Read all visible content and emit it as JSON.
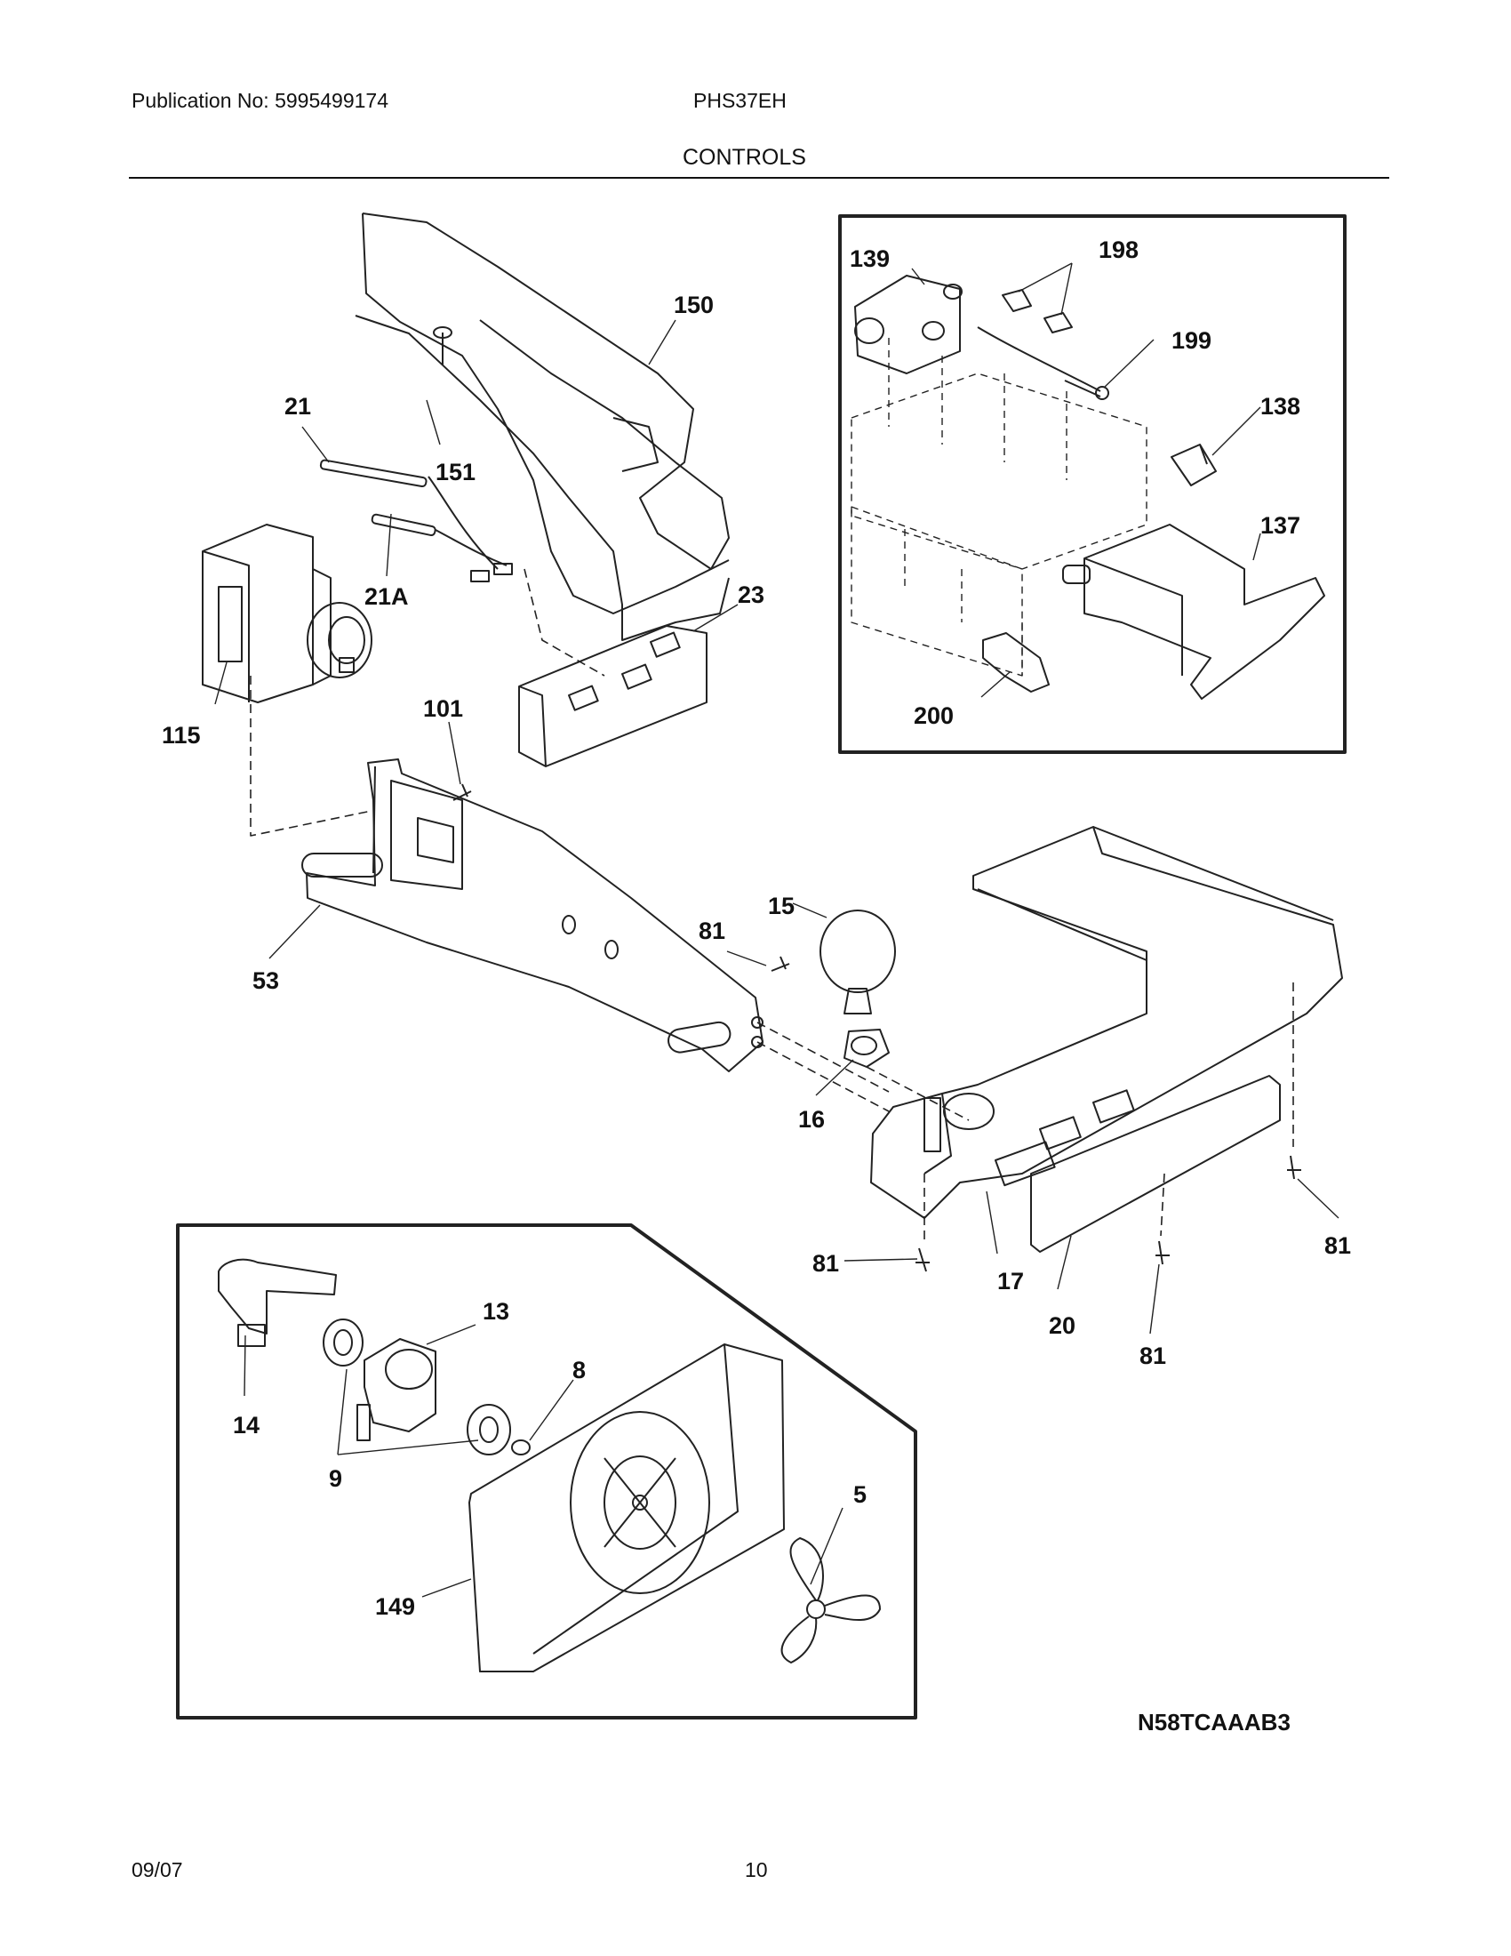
{
  "header": {
    "publication": "Publication No: 5995499174",
    "model": "PHS37EH",
    "section": "CONTROLS"
  },
  "footer": {
    "date": "09/07",
    "page": "10"
  },
  "diagram": {
    "code": "N58TCAAAB3",
    "callouts": {
      "c150": "150",
      "c151": "151",
      "c21": "21",
      "c21A": "21A",
      "c23": "23",
      "c115": "115",
      "c101": "101",
      "c53": "53",
      "c81a": "81",
      "c15": "15",
      "c16": "16",
      "c17": "17",
      "c20": "20",
      "c81b": "81",
      "c81c": "81",
      "c81d": "81",
      "c139": "139",
      "c198": "198",
      "c199": "199",
      "c138": "138",
      "c137": "137",
      "c200": "200",
      "c13": "13",
      "c14": "14",
      "c9": "9",
      "c8": "8",
      "c5": "5",
      "c149": "149"
    }
  }
}
